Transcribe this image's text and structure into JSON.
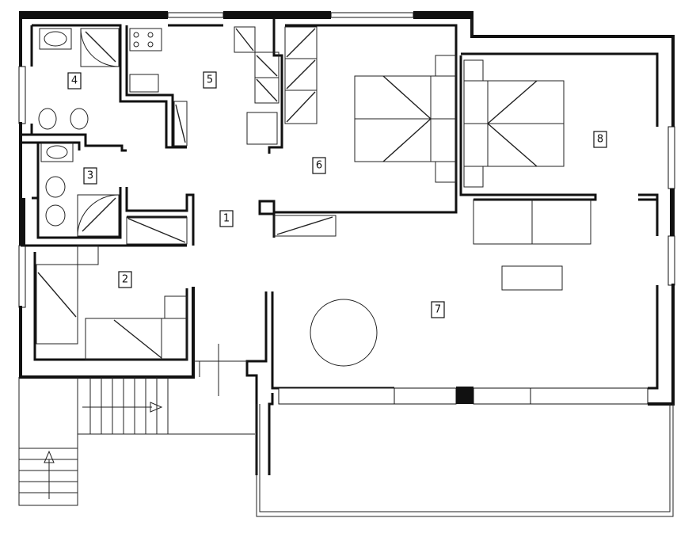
{
  "rooms": [
    {
      "label": "1"
    },
    {
      "label": "2"
    },
    {
      "label": "3"
    },
    {
      "label": "4"
    },
    {
      "label": "5"
    },
    {
      "label": "6"
    },
    {
      "label": "7"
    },
    {
      "label": "8"
    }
  ]
}
